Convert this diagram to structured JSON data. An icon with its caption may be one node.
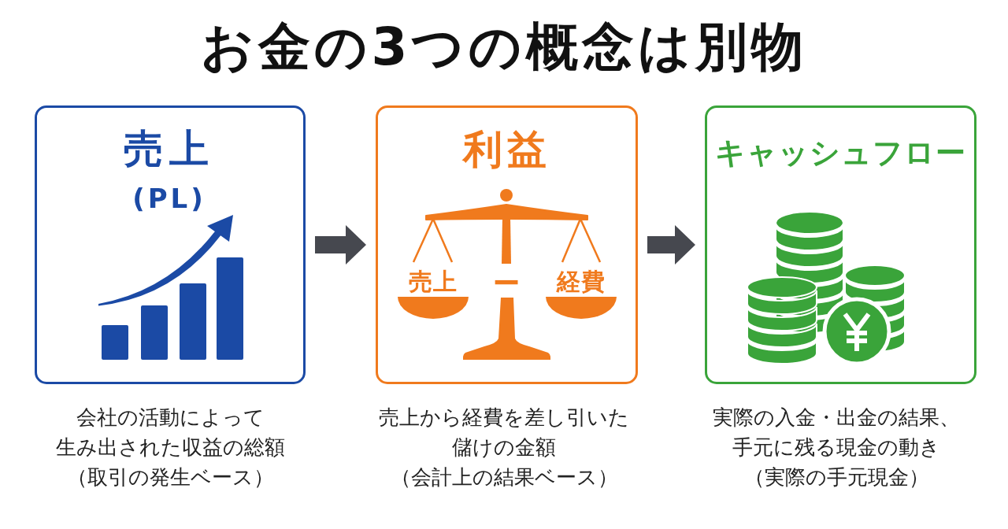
{
  "diagram": {
    "title": "お金の3つの概念は別物",
    "nodes": [
      {
        "text": [
          "売上",
          "(PL)"
        ],
        "beside": [
          "会社の活動によって生み出された収益の総額",
          "（取引の発生ベース）"
        ]
      },
      {
        "text": [
          "利益",
          "売上",
          "−",
          "経費"
        ],
        "beside": [
          "売上から経費を差し引いた儲けの金額",
          "（会計上の結果ベース）"
        ]
      },
      {
        "text": [
          "キャッシュフロー"
        ],
        "beside": [
          "実際の入金・出金の結果、手元に残る現金の動き",
          "（実際の手元現金）"
        ]
      }
    ],
    "edges": [
      {
        "from": 0,
        "to": 1,
        "arrow": "to"
      },
      {
        "from": 1,
        "to": 2,
        "arrow": "to"
      }
    ]
  }
}
